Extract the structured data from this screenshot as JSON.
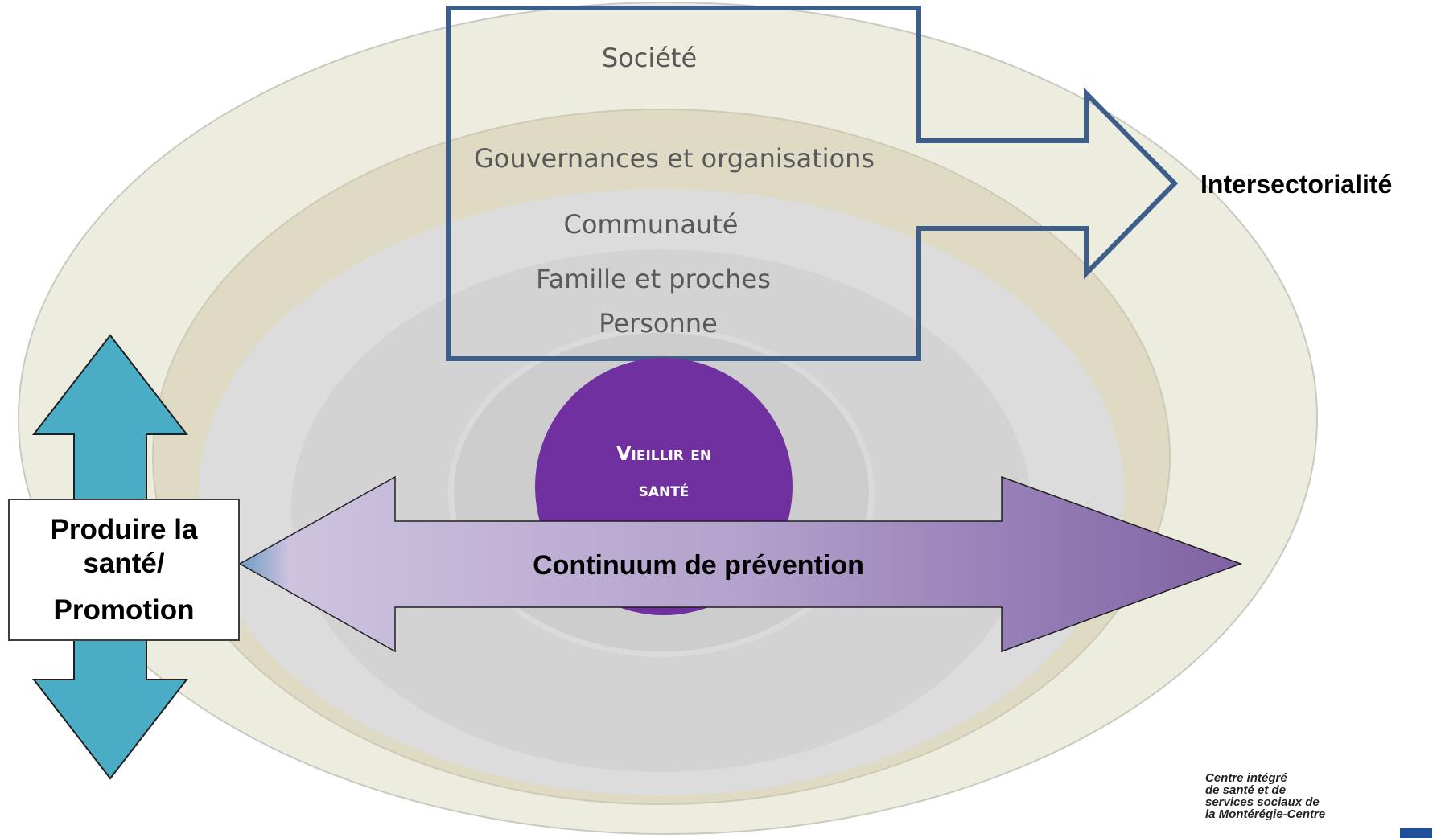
{
  "rings": {
    "societe": "Société",
    "gouvernances": "Gouvernances et organisations",
    "communaute": "Communauté",
    "famille": "Famille et proches",
    "personne": "Personne"
  },
  "center": {
    "line1": "Vieillir en",
    "line2": "santé"
  },
  "intersectorialite": "Intersectorialité",
  "continuum": "Continuum de prévention",
  "produire": {
    "line1": "Produire la",
    "line2": "santé/",
    "line3": "Promotion"
  },
  "logo": {
    "line1": "Centre intégré",
    "line2": "de santé et de",
    "line3": "services sociaux de",
    "line4": "la Montérégie-Centre"
  },
  "colors": {
    "ring_outer": "#ededdf",
    "ring_2": "#dfdac3",
    "ring_3": "#d9d9d9",
    "ring_4": "#cfcfcf",
    "center": "#7030a0",
    "blue_arrow": "#4bacc6",
    "box_outline": "#3d5e8a",
    "purple_light": "#d5c9e3",
    "purple_dark": "#8064a2"
  }
}
